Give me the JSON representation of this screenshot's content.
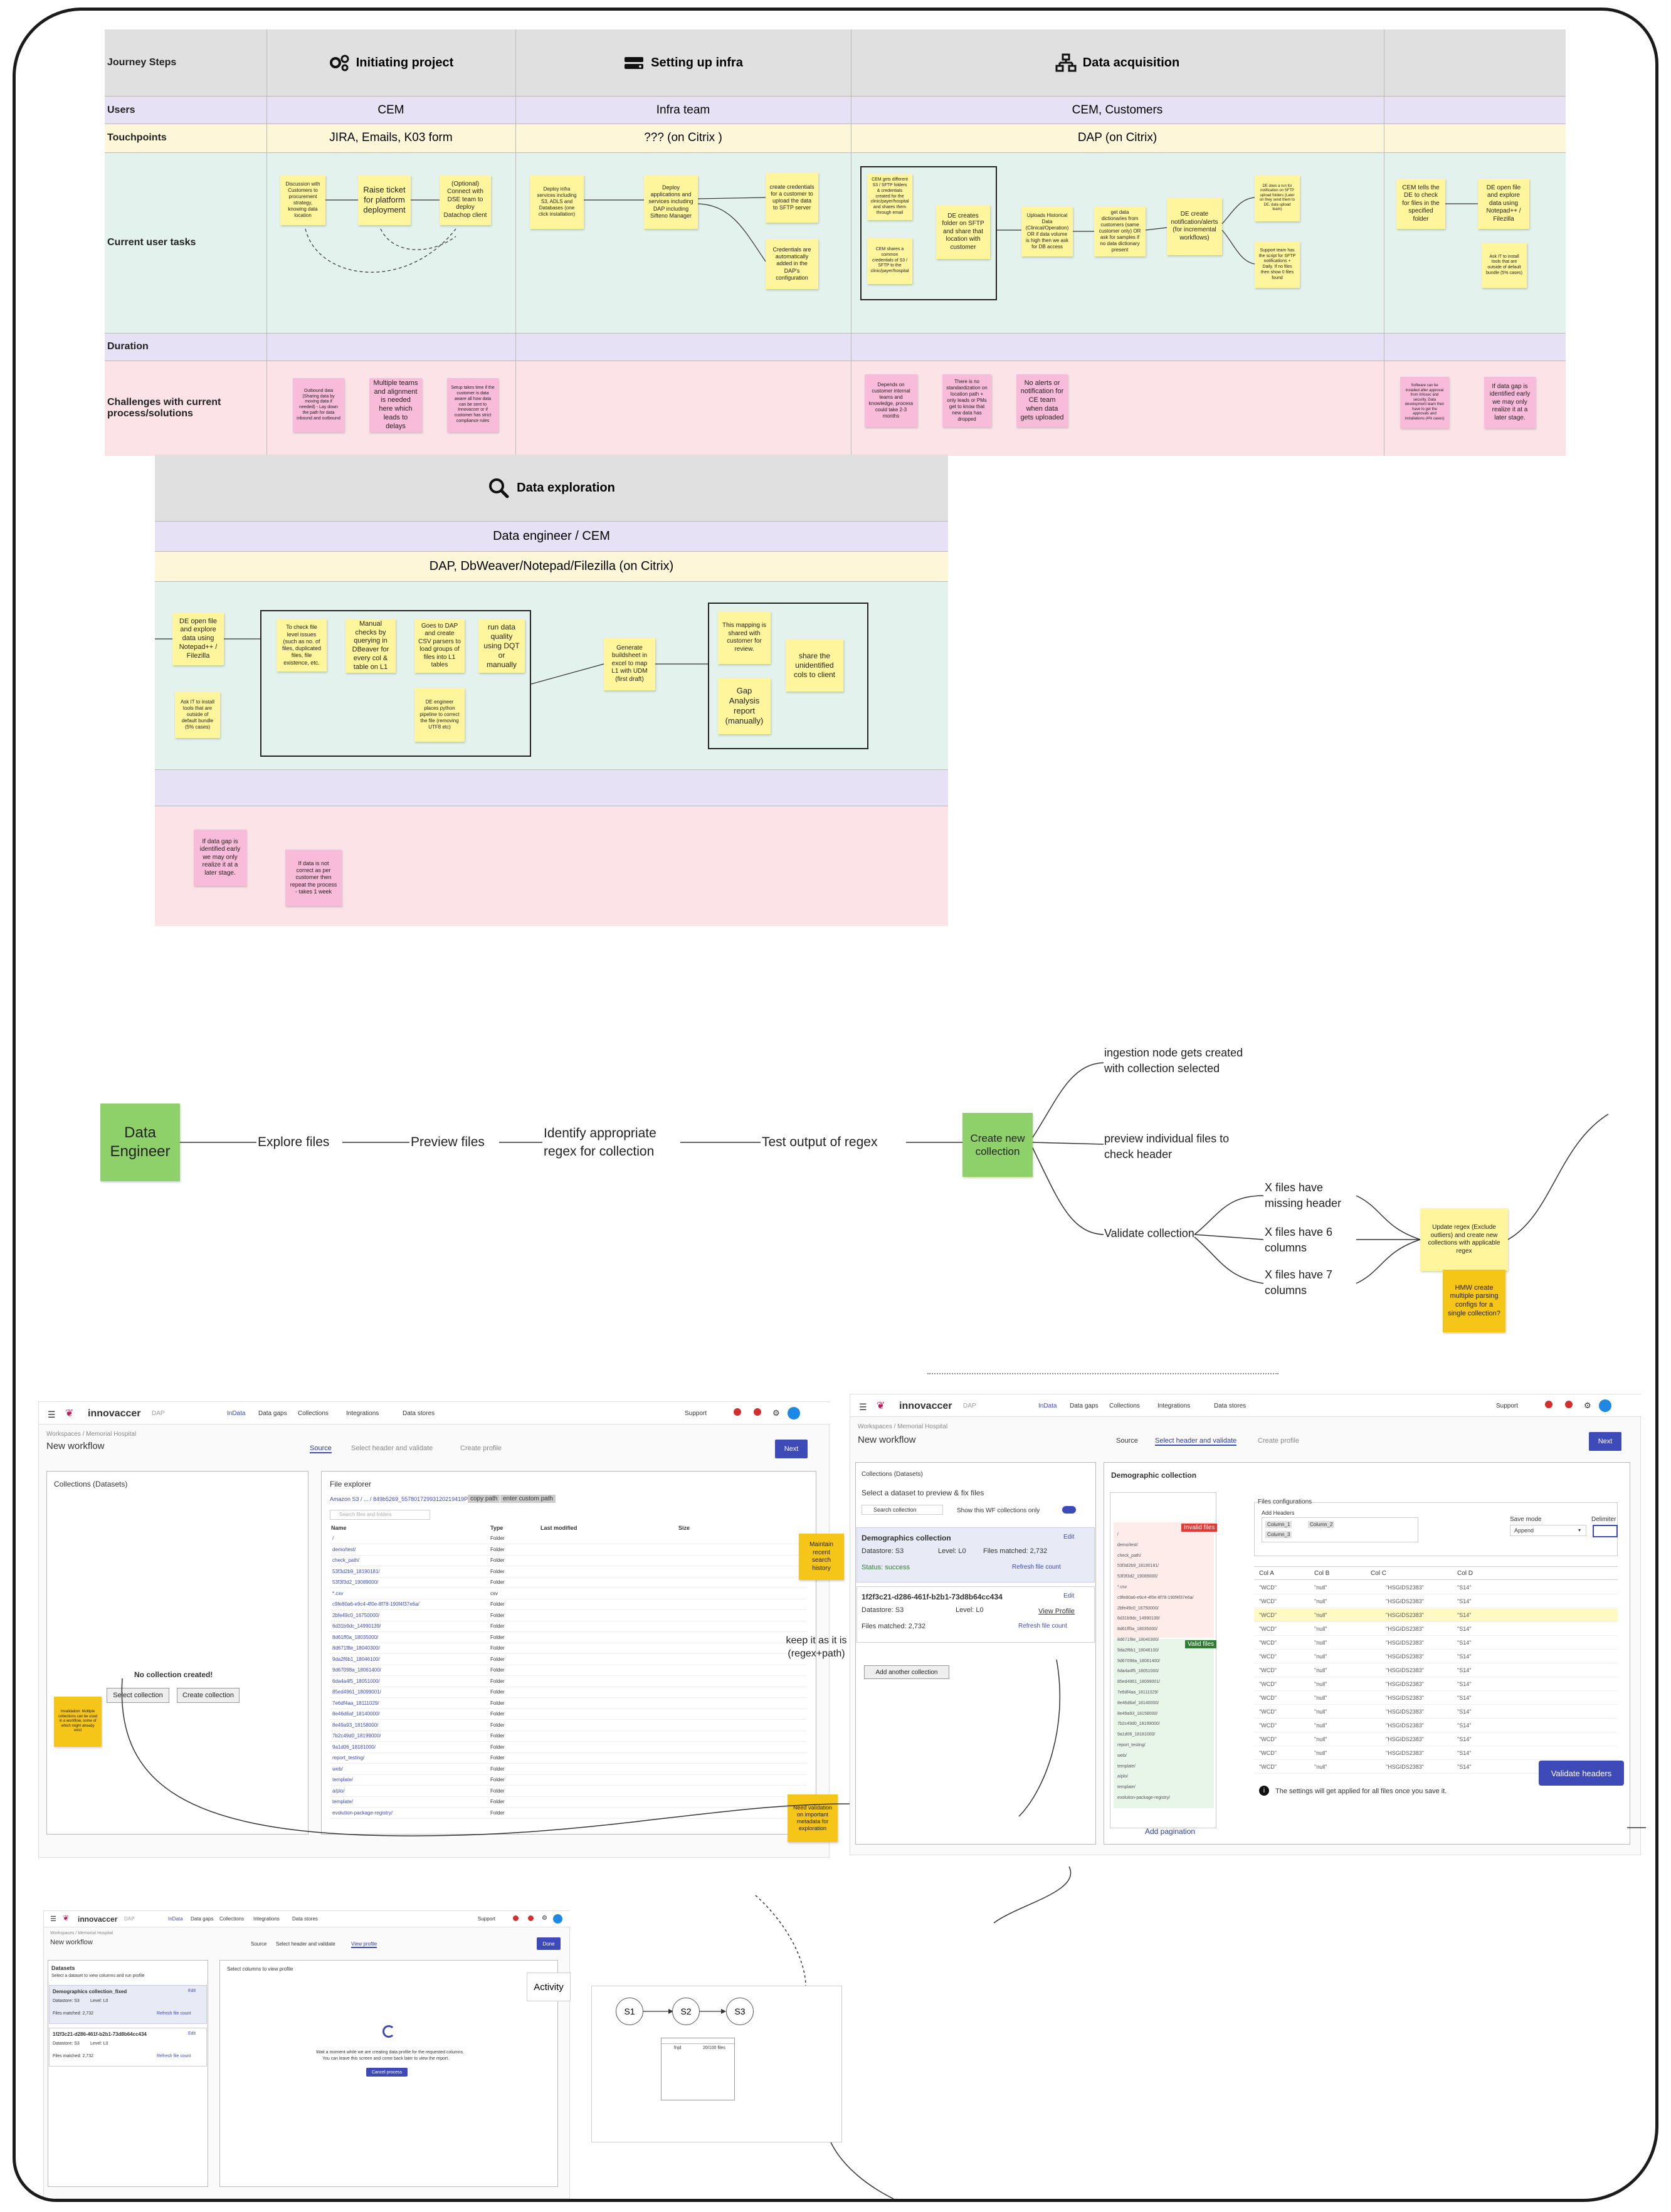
{
  "journey": {
    "row_labels": {
      "steps": "Journey Steps",
      "users": "Users",
      "touch": "Touchpoints",
      "tasks": "Current user tasks",
      "duration": "Duration",
      "challenges": "Challenges with current process/solutions"
    },
    "stages": [
      {
        "title": "Initiating project",
        "users": "CEM",
        "touch": "JIRA, Emails, K03 form"
      },
      {
        "title": "Setting up infra",
        "users": "Infra team",
        "touch": "??? (on Citrix )"
      },
      {
        "title": "Data acquisition",
        "users": "CEM, Customers",
        "touch": "DAP (on Citrix)"
      }
    ],
    "notes": {
      "i1": "Discussion with Customers to procurement strategy, knowing data location",
      "i2": "Raise ticket for platform deployment",
      "i3": "(Optional) Connect with DSE team to deploy Datachop client",
      "s1": "Deploy infra services including S3, ADLS and Databases (one click installation)",
      "s2": "Deploy applications and services including DAP including Sifteno Manager",
      "s3": "create credentials for a customer to upload the data to SFTP server",
      "s4": "Credentials are automatically added in the DAP's configuration",
      "d1": "CEM gets different S3 / SFTP folders & credentials created for the clinic/payer/hospital and shares them through email",
      "d2": "CEM shares a common credentials of S3 / SFTP to the clinic/payer/hospital",
      "d3": "DE creates folder on SFTP and share that location with customer",
      "d4": "Uploads Historical Data (Clinical/Operation) OR if data volume is high then we ask for DB access",
      "d5": "get data dictionaries from customers (same customer only) OR ask for samples if no data dictionary present",
      "d6": "DE create notification/alerts (for incremental workflows)",
      "d7": "DE does a run for notification on SFTP upload folders (Later on they send them to DE, data upload team)",
      "d8": "Support team has the script for SFTP notifications + Daily. If no files then show 0 files found",
      "d9": "CEM tells the DE to check for files in the specified folder",
      "d10": "DE open file and explore data using Notepad++ / Filezilla",
      "d11": "Ask IT to install tools that are outside of default bundle (5% cases)",
      "c1": "Outbound data (Sharing data by moving data if needed) - Lay down the path for data inbound and outbound",
      "c2": "Multiple teams and alignment is needed here which leads to delays",
      "c3": "Setup takes time if the customer is data aware all how data can be sent to Innovaccer or if customer has strict compliance rules",
      "c4": "Depends on customer internal teams and knowledge, process could take 2-3 months",
      "c5": "There is no standardization on location path + only leads or PMs get to know that new data has dropped",
      "c6": "No alerts or notification for CE team when data gets uploaded",
      "c7": "Software can be installed after approval from Infosec and security, Data development team then have to get the approvals and installations (4% cases)",
      "c8": "If data gap is identified early we may only realize it at a later stage."
    }
  },
  "exploration": {
    "title": "Data exploration",
    "users": "Data engineer / CEM",
    "touch": "DAP, DbWeaver/Notepad/Filezilla (on Citrix)",
    "notes": {
      "e1": "DE open file and explore data using Notepad++ / Filezilla",
      "e2": "Ask IT to install tools that are outside of default bundle (5% cases)",
      "e3": "To check file level issues (such as no. of files, duplicated files, file existence, etc.",
      "e4": "Manual checks by querying in DBeaver for every col & table on L1",
      "e5": "Goes to DAP and create CSV parsers to load groups of files into L1 tables",
      "e6": "run data quality using DQT or manually",
      "e7": "DE engineer places python pipeline to correct the file (removing UTF8 etc)",
      "e8": "Generate buildsheet in excel to map L1 with UDM (first draft)",
      "e9": "This mapping is shared with customer for review.",
      "e10": "Gap Analysis report (manually)",
      "e11": "share the unidentified cols to client",
      "c1": "If data gap is identified early we may only realize it at a later stage.",
      "c2": "If data is not correct as per customer then repeat the process - takes 1 week"
    }
  },
  "flow": {
    "actor": "Data Engineer",
    "steps": [
      "Explore files",
      "Preview files",
      "Identify appropriate regex for collection",
      "Test output of regex"
    ],
    "create": "Create new collection",
    "branches": [
      "ingestion node gets created with collection selected",
      "preview individual files to check header",
      "Validate collection"
    ],
    "sub": [
      "X files have missing header",
      "X files have 6 columns",
      "X files have 7 columns"
    ],
    "update": "Update regex (Exclude outliers) and create new collections with applicable regex",
    "hmw": "HMW create multiple parsing configs for a single collection?"
  },
  "mock1": {
    "brand": "innovaccer",
    "app": "DAP",
    "nav": [
      "InData",
      "Data gaps",
      "Collections",
      "Integrations",
      "Data stores"
    ],
    "support": "Support",
    "crumb": "Workspaces / Memorial Hospital",
    "title": "New workflow",
    "tabs": [
      "Source",
      "Select header and validate",
      "Create profile"
    ],
    "next": "Next",
    "left_title": "Collections (Datasets)",
    "empty": "No collection created!",
    "select_btn": "Select collection",
    "create_btn": "Create collection",
    "fe_title": "File explorer",
    "path": "Amazon S3 / ... / 849b5269_55780172993120219419P527_test /",
    "copy": "copy path",
    "custom": "enter custom path",
    "search_ph": "Search files and folders",
    "cols": [
      "Name",
      "Type",
      "Last modified",
      "Size"
    ],
    "rows": [
      [
        "/",
        "Folder"
      ],
      [
        "demo/test/",
        "Folder"
      ],
      [
        "check_path/",
        "Folder"
      ],
      [
        "53f3d2b9_18190181/",
        "Folder"
      ],
      [
        "53f3f3d2_19089000/",
        "Folder"
      ],
      [
        "*.csv",
        "csv"
      ],
      [
        "c9fe80a6-e9c4-4f0e-8f78-190f4f37e6a/",
        "Folder"
      ],
      [
        "2bfe49c0_16750000/",
        "Folder"
      ],
      [
        "6d31b9dc_14990139/",
        "Folder"
      ],
      [
        "8d61ff0a_18035000/",
        "Folder"
      ],
      [
        "8d671f8e_18040300/",
        "Folder"
      ],
      [
        "9da2f6b1_18046100/",
        "Folder"
      ],
      [
        "9d67098a_18061400/",
        "Folder"
      ],
      [
        "6da4a4f5_18051000/",
        "Folder"
      ],
      [
        "85ed4961_18099001/",
        "Folder"
      ],
      [
        "7e6df4aa_18111029/",
        "Folder"
      ],
      [
        "8e46d6af_18140000/",
        "Folder"
      ],
      [
        "8e49a93_18158000/",
        "Folder"
      ],
      [
        "7b2c49d0_18199000/",
        "Folder"
      ],
      [
        "9a1d06_18181000/",
        "Folder"
      ],
      [
        "report_testing/",
        "Folder"
      ],
      [
        "web/",
        "Folder"
      ],
      [
        "template/",
        "Folder"
      ],
      [
        "a/plo/",
        "Folder"
      ],
      [
        "template/",
        "Folder"
      ],
      [
        "evolution-package-registry/",
        "Folder"
      ]
    ],
    "note_maintain": "Maintain recent search history",
    "note_keep": "keep it as it is (regex+path)",
    "note_validation": "Need validation on important metadata for exploration",
    "note_left": "Invalidation: Multiple collections can be used in a workflow, some of which might already exist"
  },
  "mock2": {
    "brand": "innovaccer",
    "app": "DAP",
    "nav": [
      "InData",
      "Data gaps",
      "Collections",
      "Integrations",
      "Data stores"
    ],
    "support": "Support",
    "crumb": "Workspaces / Memorial Hospital",
    "title": "New workflow",
    "tabs": [
      "Source",
      "Select header and validate",
      "Create profile"
    ],
    "next": "Next",
    "left_title": "Collections (Datasets)",
    "left_sub": "Select a dataset to preview & fix files",
    "search_ph": "Search collection",
    "toggle": "Show this WF collections only",
    "card1": {
      "name": "Demographics collection",
      "edit": "Edit",
      "ds": "Datastore: S3",
      "level": "Level: L0",
      "files": "Files matched: 2,732",
      "status": "Status: success",
      "refresh": "Refresh file count"
    },
    "card2": {
      "name": "1f2f3c21-d286-461f-b2b1-73d8b64cc434",
      "edit": "Edit",
      "ds": "Datastore: S3",
      "level": "Level: L0",
      "files": "Files matched: 2,732",
      "view": "View Profile",
      "refresh": "Refresh file count"
    },
    "add": "Add another collection",
    "right_title": "Demographic collection",
    "invalid": "Invalid files",
    "valid": "Valid files",
    "pagination": "Add pagination",
    "fc": "Files configurations",
    "headers": "Add Headers",
    "chips": [
      "Column_1",
      "Column_2",
      "Column_3"
    ],
    "savemode": "Save mode",
    "append": "Append",
    "delimiter": "Delimiter",
    "cols": [
      "Col A",
      "Col B",
      "Col C",
      "Col D"
    ],
    "row": [
      "\"WCD\"",
      "\"null\"",
      "\"HSGIDS2383\"",
      "\"S14\""
    ],
    "notice": "The settings will get applied for all files once you save it.",
    "validate": "Validate headers"
  },
  "mock3": {
    "brand": "innovaccer",
    "app": "DAP",
    "nav": [
      "InData",
      "Data gaps",
      "Collections",
      "Integrations",
      "Data stores"
    ],
    "support": "Support",
    "crumb": "Workspaces / Memorial Hospital",
    "title": "New workflow",
    "tabs": [
      "Source",
      "Select header and validate",
      "View profile"
    ],
    "done": "Done",
    "left_title": "Datasets",
    "left_sub": "Select a dataset to view columns and run profile",
    "card1": {
      "name": "Demographics collection_fixed",
      "edit": "Edit",
      "ds": "Datastore: S3",
      "level": "Level: L0",
      "files": "Files matched: 2,732",
      "refresh": "Refresh file count"
    },
    "card2": {
      "name": "1f2f3c21-d286-461f-b2b1-73d8b64cc434",
      "edit": "Edit",
      "ds": "Datastore: S3",
      "level": "Level: L0",
      "files": "Files matched: 2,732",
      "refresh": "Refresh file count"
    },
    "right_title": "Select columns to view profile",
    "wait1": "Wait a moment while we are creating data profile for the requested columns.",
    "wait2": "You can leave this screen and come back later to view the report.",
    "cancel": "Cancel process",
    "activity": "Activity"
  },
  "graph": {
    "nodes": [
      "S1",
      "S2",
      "S3"
    ],
    "box": [
      "fnjd",
      "20/100 files"
    ]
  }
}
